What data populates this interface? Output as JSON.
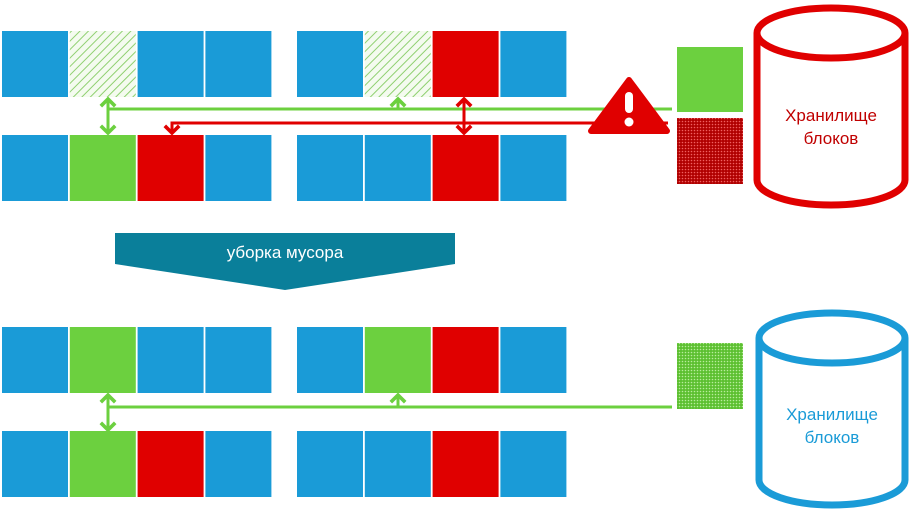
{
  "colors": {
    "blue": "#1a9bd7",
    "green": "#6cd03f",
    "red": "#e00000",
    "teal": "#0a7f9a",
    "store_blue": "#1a9bd7"
  },
  "before": {
    "rows": [
      {
        "left": [
          "blue",
          "hatched",
          "blue",
          "blue"
        ],
        "right": [
          "blue",
          "hatched",
          "red",
          "blue"
        ]
      },
      {
        "left": [
          "blue",
          "green",
          "red",
          "blue"
        ],
        "right": [
          "blue",
          "blue",
          "red",
          "blue"
        ]
      }
    ],
    "storage_label_line1": "Хранилище",
    "storage_label_line2": "блоков",
    "warning_icon": "warning-triangle-icon"
  },
  "banner": {
    "label": "уборка мусора"
  },
  "after": {
    "rows": [
      {
        "left": [
          "blue",
          "green",
          "blue",
          "blue"
        ],
        "right": [
          "blue",
          "green",
          "red",
          "blue"
        ]
      },
      {
        "left": [
          "blue",
          "green",
          "red",
          "blue"
        ],
        "right": [
          "blue",
          "blue",
          "red",
          "blue"
        ]
      }
    ],
    "storage_label_line1": "Хранилище",
    "storage_label_line2": "блоков"
  }
}
